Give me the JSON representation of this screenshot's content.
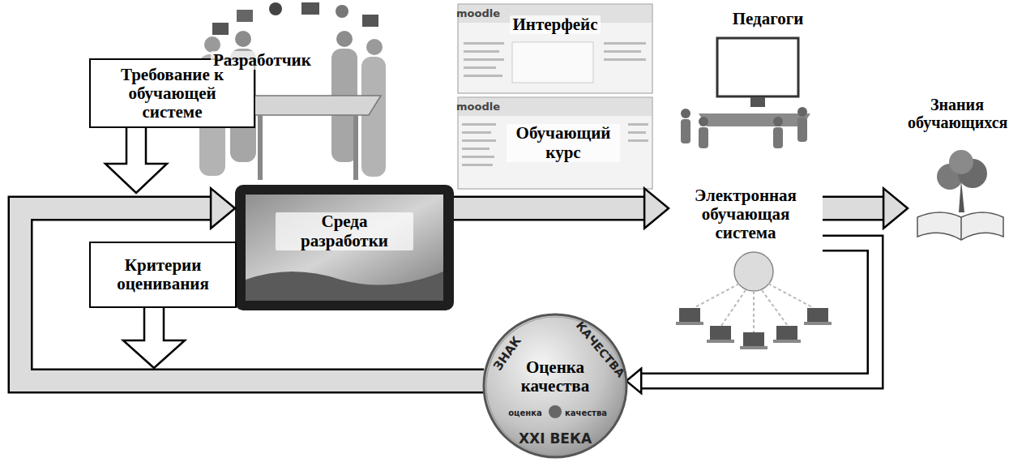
{
  "diagram": {
    "nodes": [
      {
        "text": [
          "Требование к обучающей системе"
        ]
      },
      {
        "text": [
          "Разработчик"
        ]
      },
      {
        "text": [
          "Среда разработки"
        ]
      },
      {
        "text": [
          "Интерфейс"
        ]
      },
      {
        "text": [
          "Обучающий курс"
        ]
      },
      {
        "text": [
          "Педагоги"
        ]
      },
      {
        "text": [
          "Электронная обучающая система"
        ]
      },
      {
        "text": [
          "Знания обучающихся"
        ]
      },
      {
        "text": [
          "Оценка качества"
        ]
      },
      {
        "text": [
          "Критерии оценивания"
        ]
      }
    ],
    "edges": [
      {
        "from": 2,
        "to": 6,
        "arrow": "to"
      },
      {
        "from": 6,
        "to": 7,
        "arrow": "to"
      },
      {
        "from": 6,
        "to": 8,
        "arrow": "to"
      },
      {
        "from": 8,
        "to": 2,
        "arrow": "to"
      }
    ],
    "labels": [
      "moodle",
      "moodle",
      "ЗНАК",
      "КАЧЕСТВА",
      "оценка",
      "качества",
      "XXI ВЕКА"
    ]
  }
}
